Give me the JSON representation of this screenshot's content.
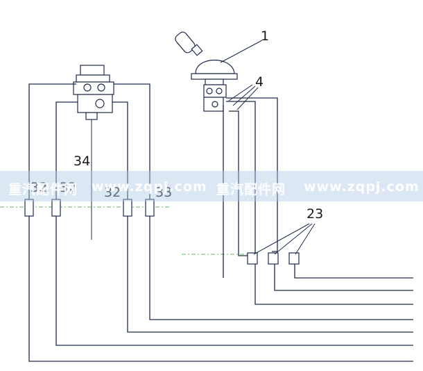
{
  "labels": {
    "handle_valve": "1",
    "pipes_4": "4",
    "fittings_23": "23",
    "valve_34": "34",
    "pipe_32a": "32",
    "pipe_32b": "32",
    "pipe_32c": "32",
    "pipe_33": "33"
  },
  "watermark": {
    "segment1": "重汽配件网",
    "segment2": "www.zqpj.com",
    "segment3": "重汽配件网",
    "segment4": "www.zqpj.com"
  },
  "colors": {
    "line": "#1e2a4c",
    "centerline": "#5fbf5f",
    "watermark_band": "#afcde6"
  }
}
